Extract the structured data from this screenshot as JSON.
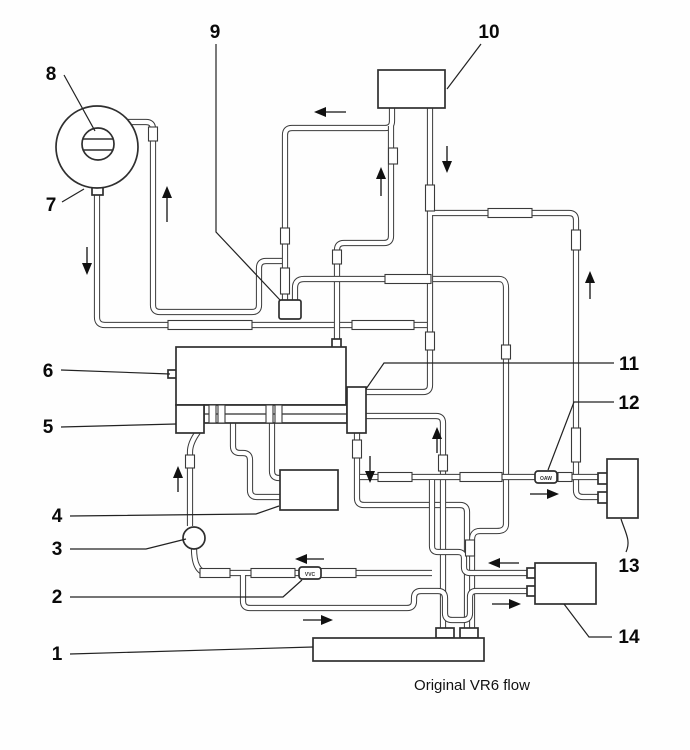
{
  "caption": "Original VR6 flow",
  "labels": [
    {
      "id": "1",
      "text": "1"
    },
    {
      "id": "2",
      "text": "2"
    },
    {
      "id": "3",
      "text": "3"
    },
    {
      "id": "4",
      "text": "4"
    },
    {
      "id": "5",
      "text": "5"
    },
    {
      "id": "6",
      "text": "6"
    },
    {
      "id": "7",
      "text": "7"
    },
    {
      "id": "8",
      "text": "8"
    },
    {
      "id": "9",
      "text": "9"
    },
    {
      "id": "10",
      "text": "10"
    },
    {
      "id": "11",
      "text": "11"
    },
    {
      "id": "12",
      "text": "12"
    },
    {
      "id": "13",
      "text": "13"
    },
    {
      "id": "14",
      "text": "14"
    }
  ],
  "valve_labels": {
    "check_valve_lower": "VVC",
    "check_valve_right": "OAW"
  },
  "colors": {
    "line": "#3a3a3a",
    "background": "#ffffff"
  }
}
